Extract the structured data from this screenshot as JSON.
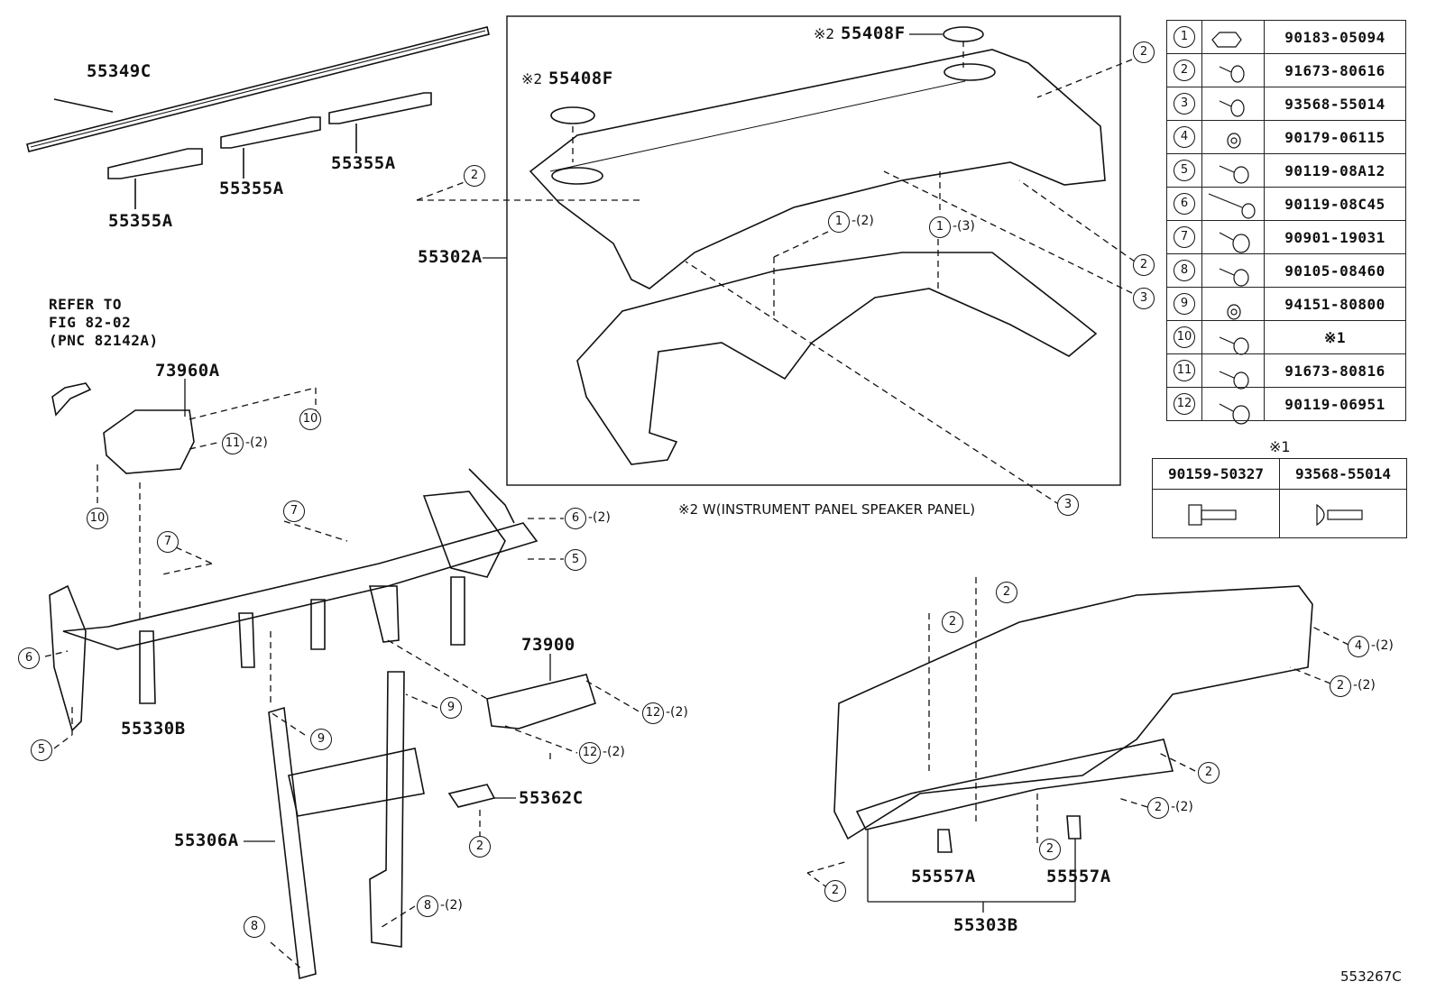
{
  "labels": {
    "p55349C": "55349C",
    "p55355A_1": "55355A",
    "p55355A_2": "55355A",
    "p55355A_3": "55355A",
    "p55408F_top": "55408F",
    "p55408F_mid": "55408F",
    "note2_mark_top": "※2",
    "note2_mark_mid": "※2",
    "p55302A": "55302A",
    "refer_line1": "REFER TO",
    "refer_line2": "FIG 82-02",
    "refer_line3": "(PNC 82142A)",
    "p73960A": "73960A",
    "p55330B": "55330B",
    "p73900": "73900",
    "p55362C": "55362C",
    "p55306A": "55306A",
    "p55557A_1": "55557A",
    "p55557A_2": "55557A",
    "p55303B": "55303B",
    "note2_caption": "※2 W(INSTRUMENT PANEL SPEAKER PANEL)",
    "figure_code": "553267C"
  },
  "callouts": {
    "c2": "2",
    "c3": "3",
    "c1": "1",
    "c4": "4",
    "c5": "5",
    "c6": "6",
    "c7": "7",
    "c8": "8",
    "c9": "9",
    "c10": "10",
    "c11": "11",
    "c12": "12",
    "q2": "-(2)",
    "q3": "-(3)"
  },
  "parts_table": [
    {
      "num": "1",
      "part": "90183-05094",
      "icon": "clip-icon"
    },
    {
      "num": "2",
      "part": "91673-80616",
      "icon": "screw-icon"
    },
    {
      "num": "3",
      "part": "93568-55014",
      "icon": "screw-icon"
    },
    {
      "num": "4",
      "part": "90179-06115",
      "icon": "nut-icon"
    },
    {
      "num": "5",
      "part": "90119-08A12",
      "icon": "bolt-icon"
    },
    {
      "num": "6",
      "part": "90119-08C45",
      "icon": "long-bolt-icon"
    },
    {
      "num": "7",
      "part": "90901-19031",
      "icon": "bolt-icon"
    },
    {
      "num": "8",
      "part": "90105-08460",
      "icon": "bolt-icon"
    },
    {
      "num": "9",
      "part": "94151-80800",
      "icon": "nut-icon"
    },
    {
      "num": "10",
      "part": "※1",
      "icon": "bolt-icon"
    },
    {
      "num": "11",
      "part": "91673-80816",
      "icon": "screw-icon"
    },
    {
      "num": "12",
      "part": "90119-06951",
      "icon": "bolt-icon"
    }
  ],
  "note1": {
    "mark": "※1",
    "col1": "90159-50327",
    "col2": "93568-55014",
    "col1_icon": "hex-bolt-icon",
    "col2_icon": "pan-screw-icon"
  }
}
